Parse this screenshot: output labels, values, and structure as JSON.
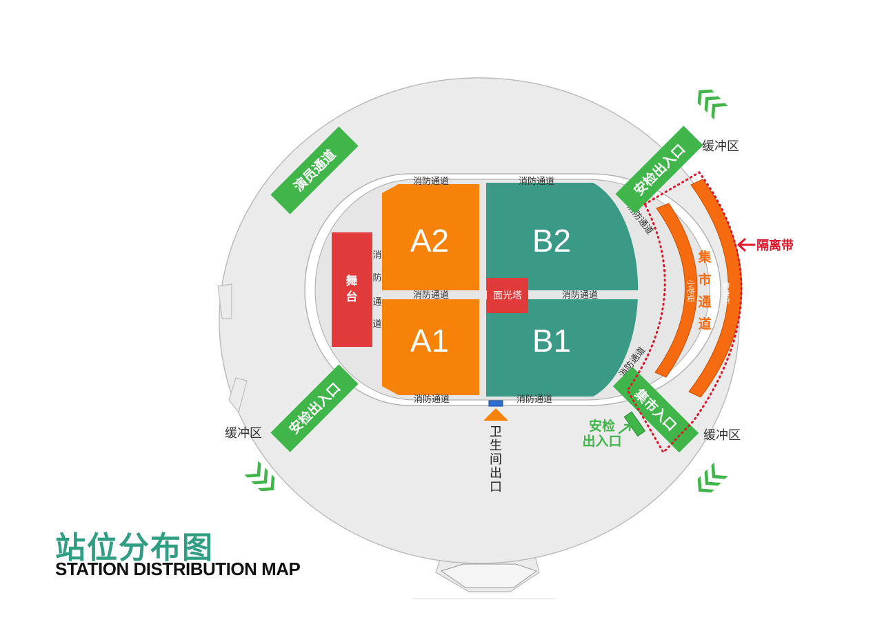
{
  "map": {
    "title_cn": "站位分布图",
    "title_en": "STATION DISTRIBUTION MAP",
    "stage_label": [
      "舞",
      "台"
    ],
    "zones": {
      "a1": "A1",
      "a2": "A2",
      "b1": "B1",
      "b2": "B2"
    },
    "light_tower": "面光塔",
    "fire_lane": "消防通道",
    "fire_lane_chars": [
      "消",
      "防",
      "通",
      "道"
    ],
    "gates": {
      "performer": "演员通道",
      "security_ne": "安检出入口",
      "security_sw": "安检出入口",
      "market_entrance": "集市入口"
    },
    "buffer_zone": "缓冲区",
    "market_channel": [
      "集",
      "市",
      "通",
      "道"
    ],
    "snack_street": "小吃街",
    "market_street": "集市街",
    "isolation_belt": "隔离带",
    "security_small": [
      "安检",
      "出入口"
    ],
    "restroom_exit": [
      "卫",
      "生",
      "间",
      "出",
      "口"
    ]
  },
  "colors": {
    "zone_a": "#f7820a",
    "zone_b": "#3a9a86",
    "stage": "#e03a3a",
    "gate": "#3fb54a",
    "market": "#f76b10",
    "isolation": "#e0162b",
    "title": "#2f9e83",
    "outer": "#ebebeb"
  },
  "icons": [
    "chevron-arrows-icon",
    "arrow-left-icon",
    "arrow-up-right-icon",
    "restroom-triangle-icon"
  ]
}
